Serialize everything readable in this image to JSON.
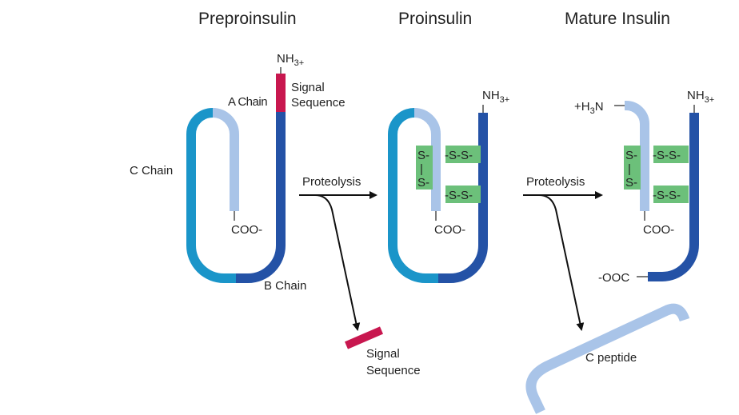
{
  "colors": {
    "a_chain": "#a9c4e8",
    "b_chain": "#2452a6",
    "c_chain": "#1a95c9",
    "signal": "#c8174f",
    "disulfide_box": "#6cc07a",
    "arrow": "#111111"
  },
  "titles": {
    "preproinsulin": "Preproinsulin",
    "proinsulin": "Proinsulin",
    "mature": "Mature Insulin"
  },
  "preproinsulin": {
    "nh3": "NH",
    "nh3_sub": "3+",
    "signal_line1": "Signal",
    "signal_line2": "Sequence",
    "a_chain": "A Chain",
    "c_chain": "C Chain",
    "b_chain": "B Chain",
    "coo": "COO-"
  },
  "arrows": {
    "step1": "Proteolysis",
    "step2": "Proteolysis"
  },
  "released": {
    "signal_line1": "Signal",
    "signal_line2": "Sequence",
    "c_peptide": "C peptide"
  },
  "proinsulin": {
    "nh3": "NH",
    "nh3_sub": "3+",
    "coo": "COO-",
    "s_top": "S-",
    "s_bar": "|",
    "s_bottom": "S-",
    "ss1": "-S-S-",
    "ss2": "-S-S-"
  },
  "mature": {
    "nh3": "NH",
    "nh3_sub": "3+",
    "h3n_prefix": "+H",
    "h3n_sub": "3",
    "h3n_suffix": "N",
    "coo": "COO-",
    "ooc": "-OOC",
    "s_top": "S-",
    "s_bar": "|",
    "s_bottom": "S-",
    "ss1": "-S-S-",
    "ss2": "-S-S-"
  }
}
